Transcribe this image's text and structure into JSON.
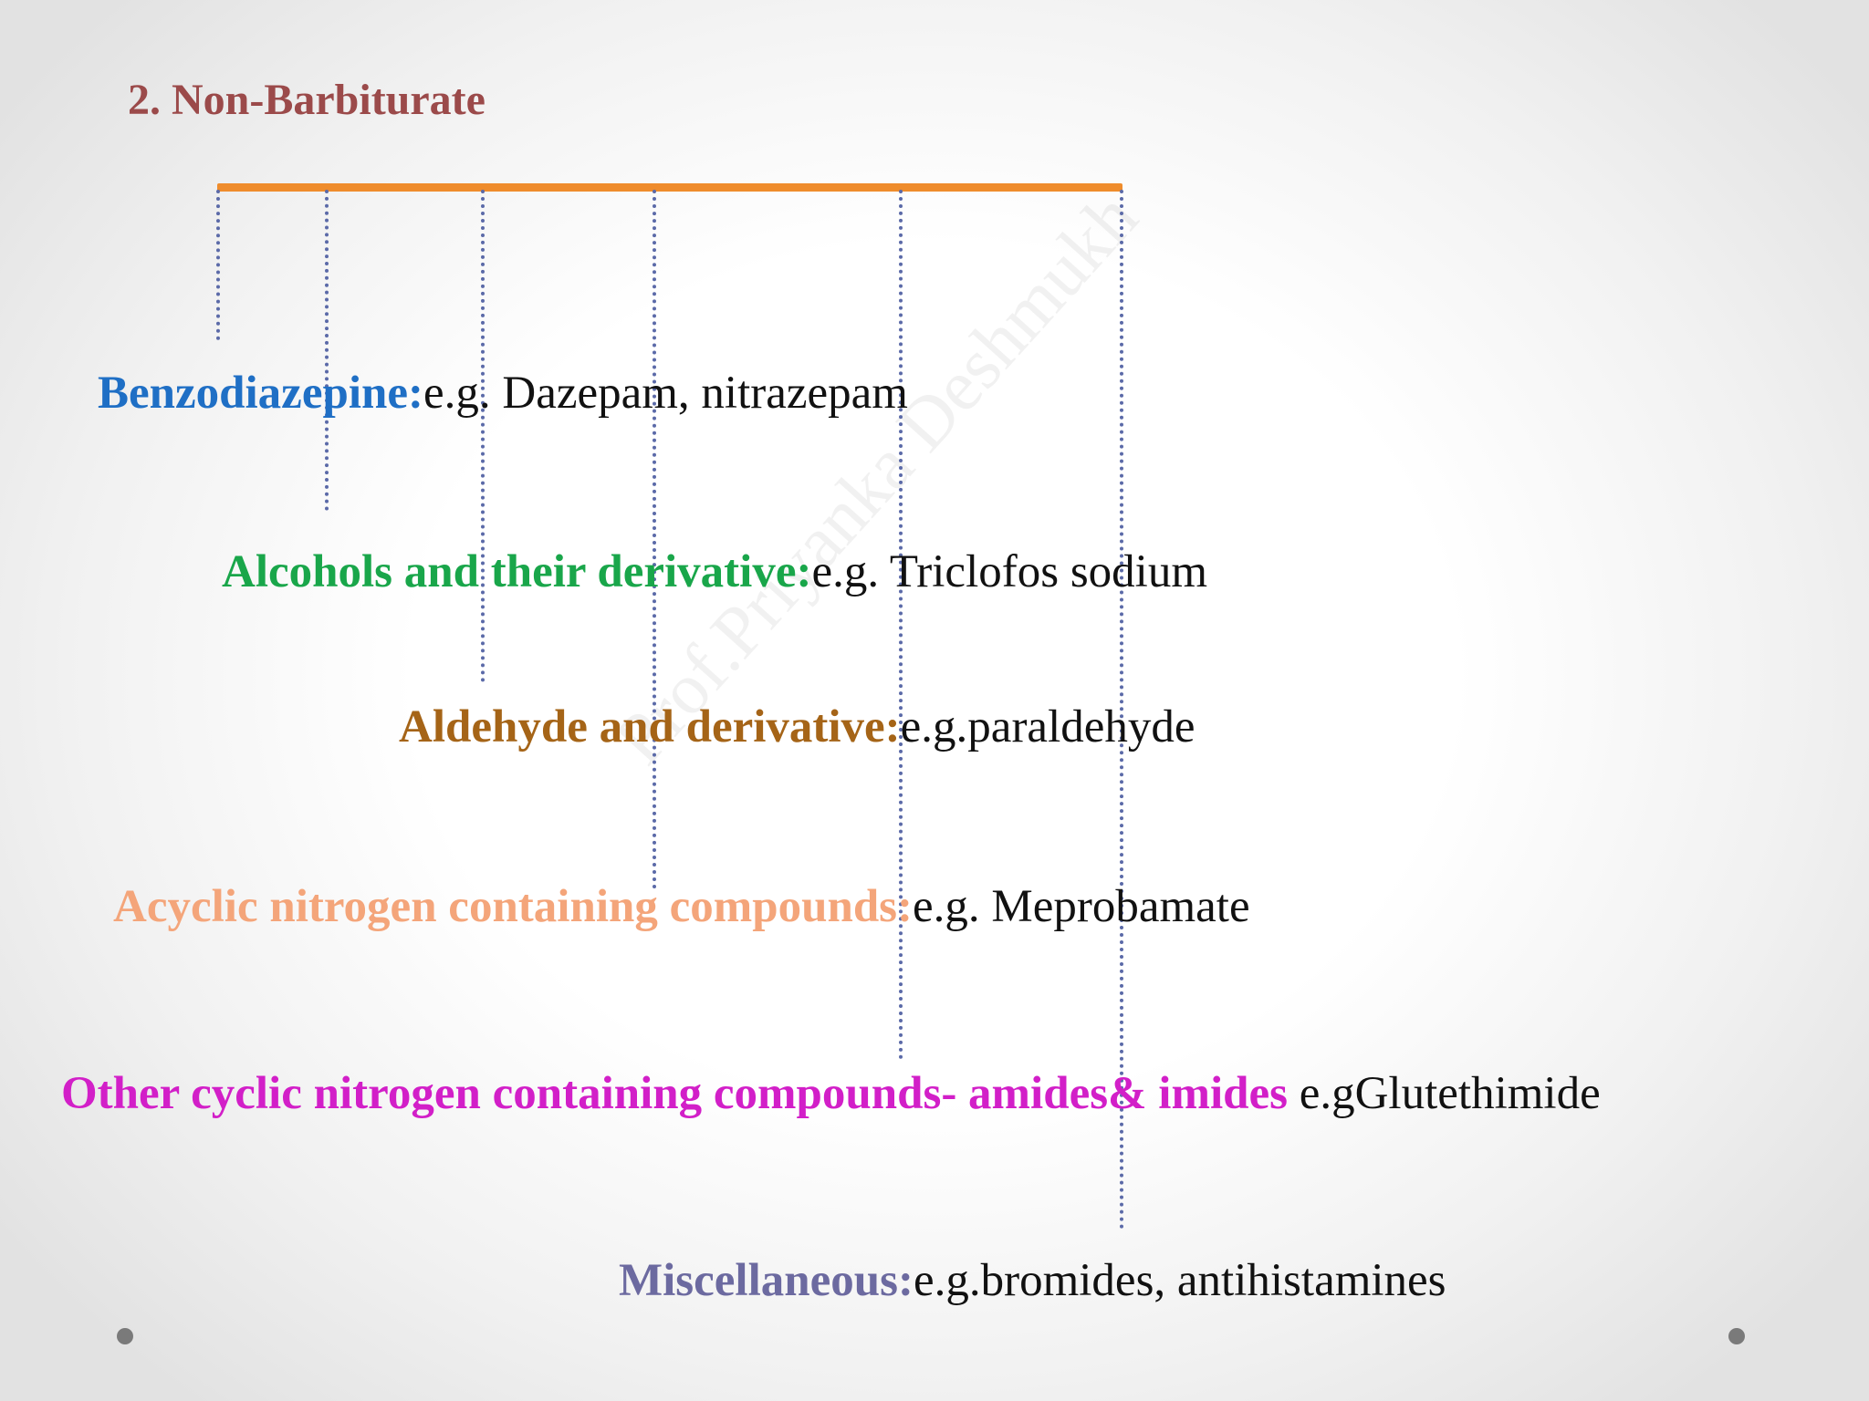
{
  "slide": {
    "title": "2. Non-Barbiturate",
    "watermark": "Prof.Priyanka Deshmukh",
    "items": [
      {
        "category": "Benzodiazepine:",
        "example": "e.g. Dazepam, nitrazepam",
        "color": "#1f6fc5"
      },
      {
        "category": "Alcohols and their derivative:",
        "example": "e.g. Triclofos sodium",
        "color": "#19a64a"
      },
      {
        "category": "Aldehyde and derivative:",
        "example": "e.g.paraldehyde",
        "color": "#a56417"
      },
      {
        "category": "Acyclic nitrogen containing compounds:",
        "example": "e.g. Meprobamate",
        "color": "#f4a57a"
      },
      {
        "category": "Other cyclic nitrogen containing compounds- amides& imides",
        "example": " e.gGlutethimide",
        "color": "#d21fc8"
      },
      {
        "category": "Miscellaneous:",
        "example": "e.g.bromides, antihistamines",
        "color": "#6c6aa0"
      }
    ]
  }
}
